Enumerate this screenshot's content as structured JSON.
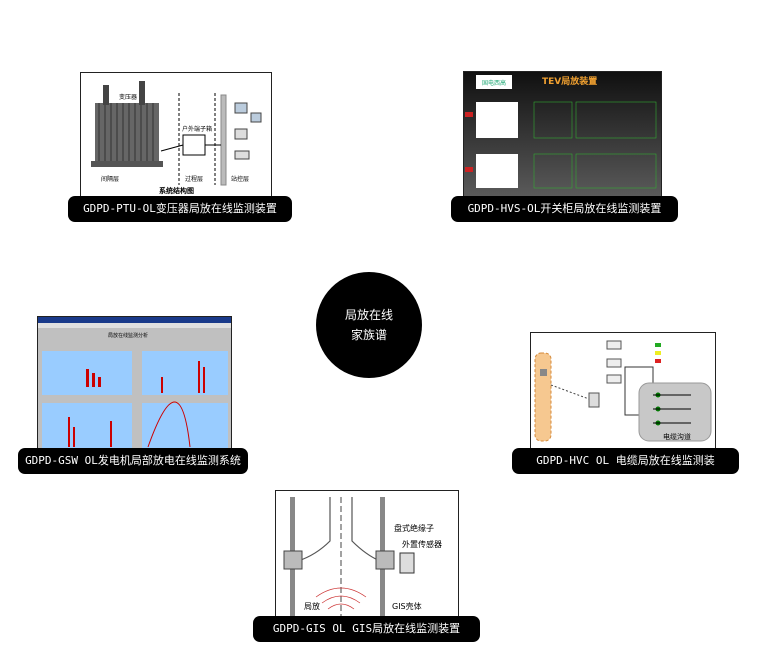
{
  "center": {
    "line1": "局放在线",
    "line2": "家族谱"
  },
  "products": [
    {
      "label": "GDPD-PTU-OL变压器局放在线监测装置"
    },
    {
      "label": "GDPD-HVS-OL开关柜局放在线监测装置"
    },
    {
      "label": "GDPD-GSW OL发电机局部放电在线监测系统"
    },
    {
      "label": "GDPD-HVC OL 电缆局放在线监测装"
    },
    {
      "label": "GDPD-GIS OL GIS局放在线监测装置"
    }
  ],
  "ptu_diagram": {
    "title": "系统结构图",
    "transformer": "变压器",
    "cabinet": "户外端子箱",
    "zone1": "间隔层",
    "zone2": "过程层",
    "zone3": "站控层"
  },
  "hvs_screen": {
    "title": "TEV局放装置",
    "logo": "国电西高"
  },
  "gsw_screen": {
    "title": "局放在线监测分析"
  },
  "hvc_diagram": {
    "trench": "电缆沟道"
  },
  "gis_diagram": {
    "insulator": "盘式绝缘子",
    "sensor": "外置传感器",
    "pd": "局放",
    "shell": "GIS壳体"
  },
  "colors": {
    "label_bg": "#000000",
    "hub_bg": "#000000",
    "gsw_plot": "#99ccff",
    "hvs_bg": "#1c1c1c"
  }
}
